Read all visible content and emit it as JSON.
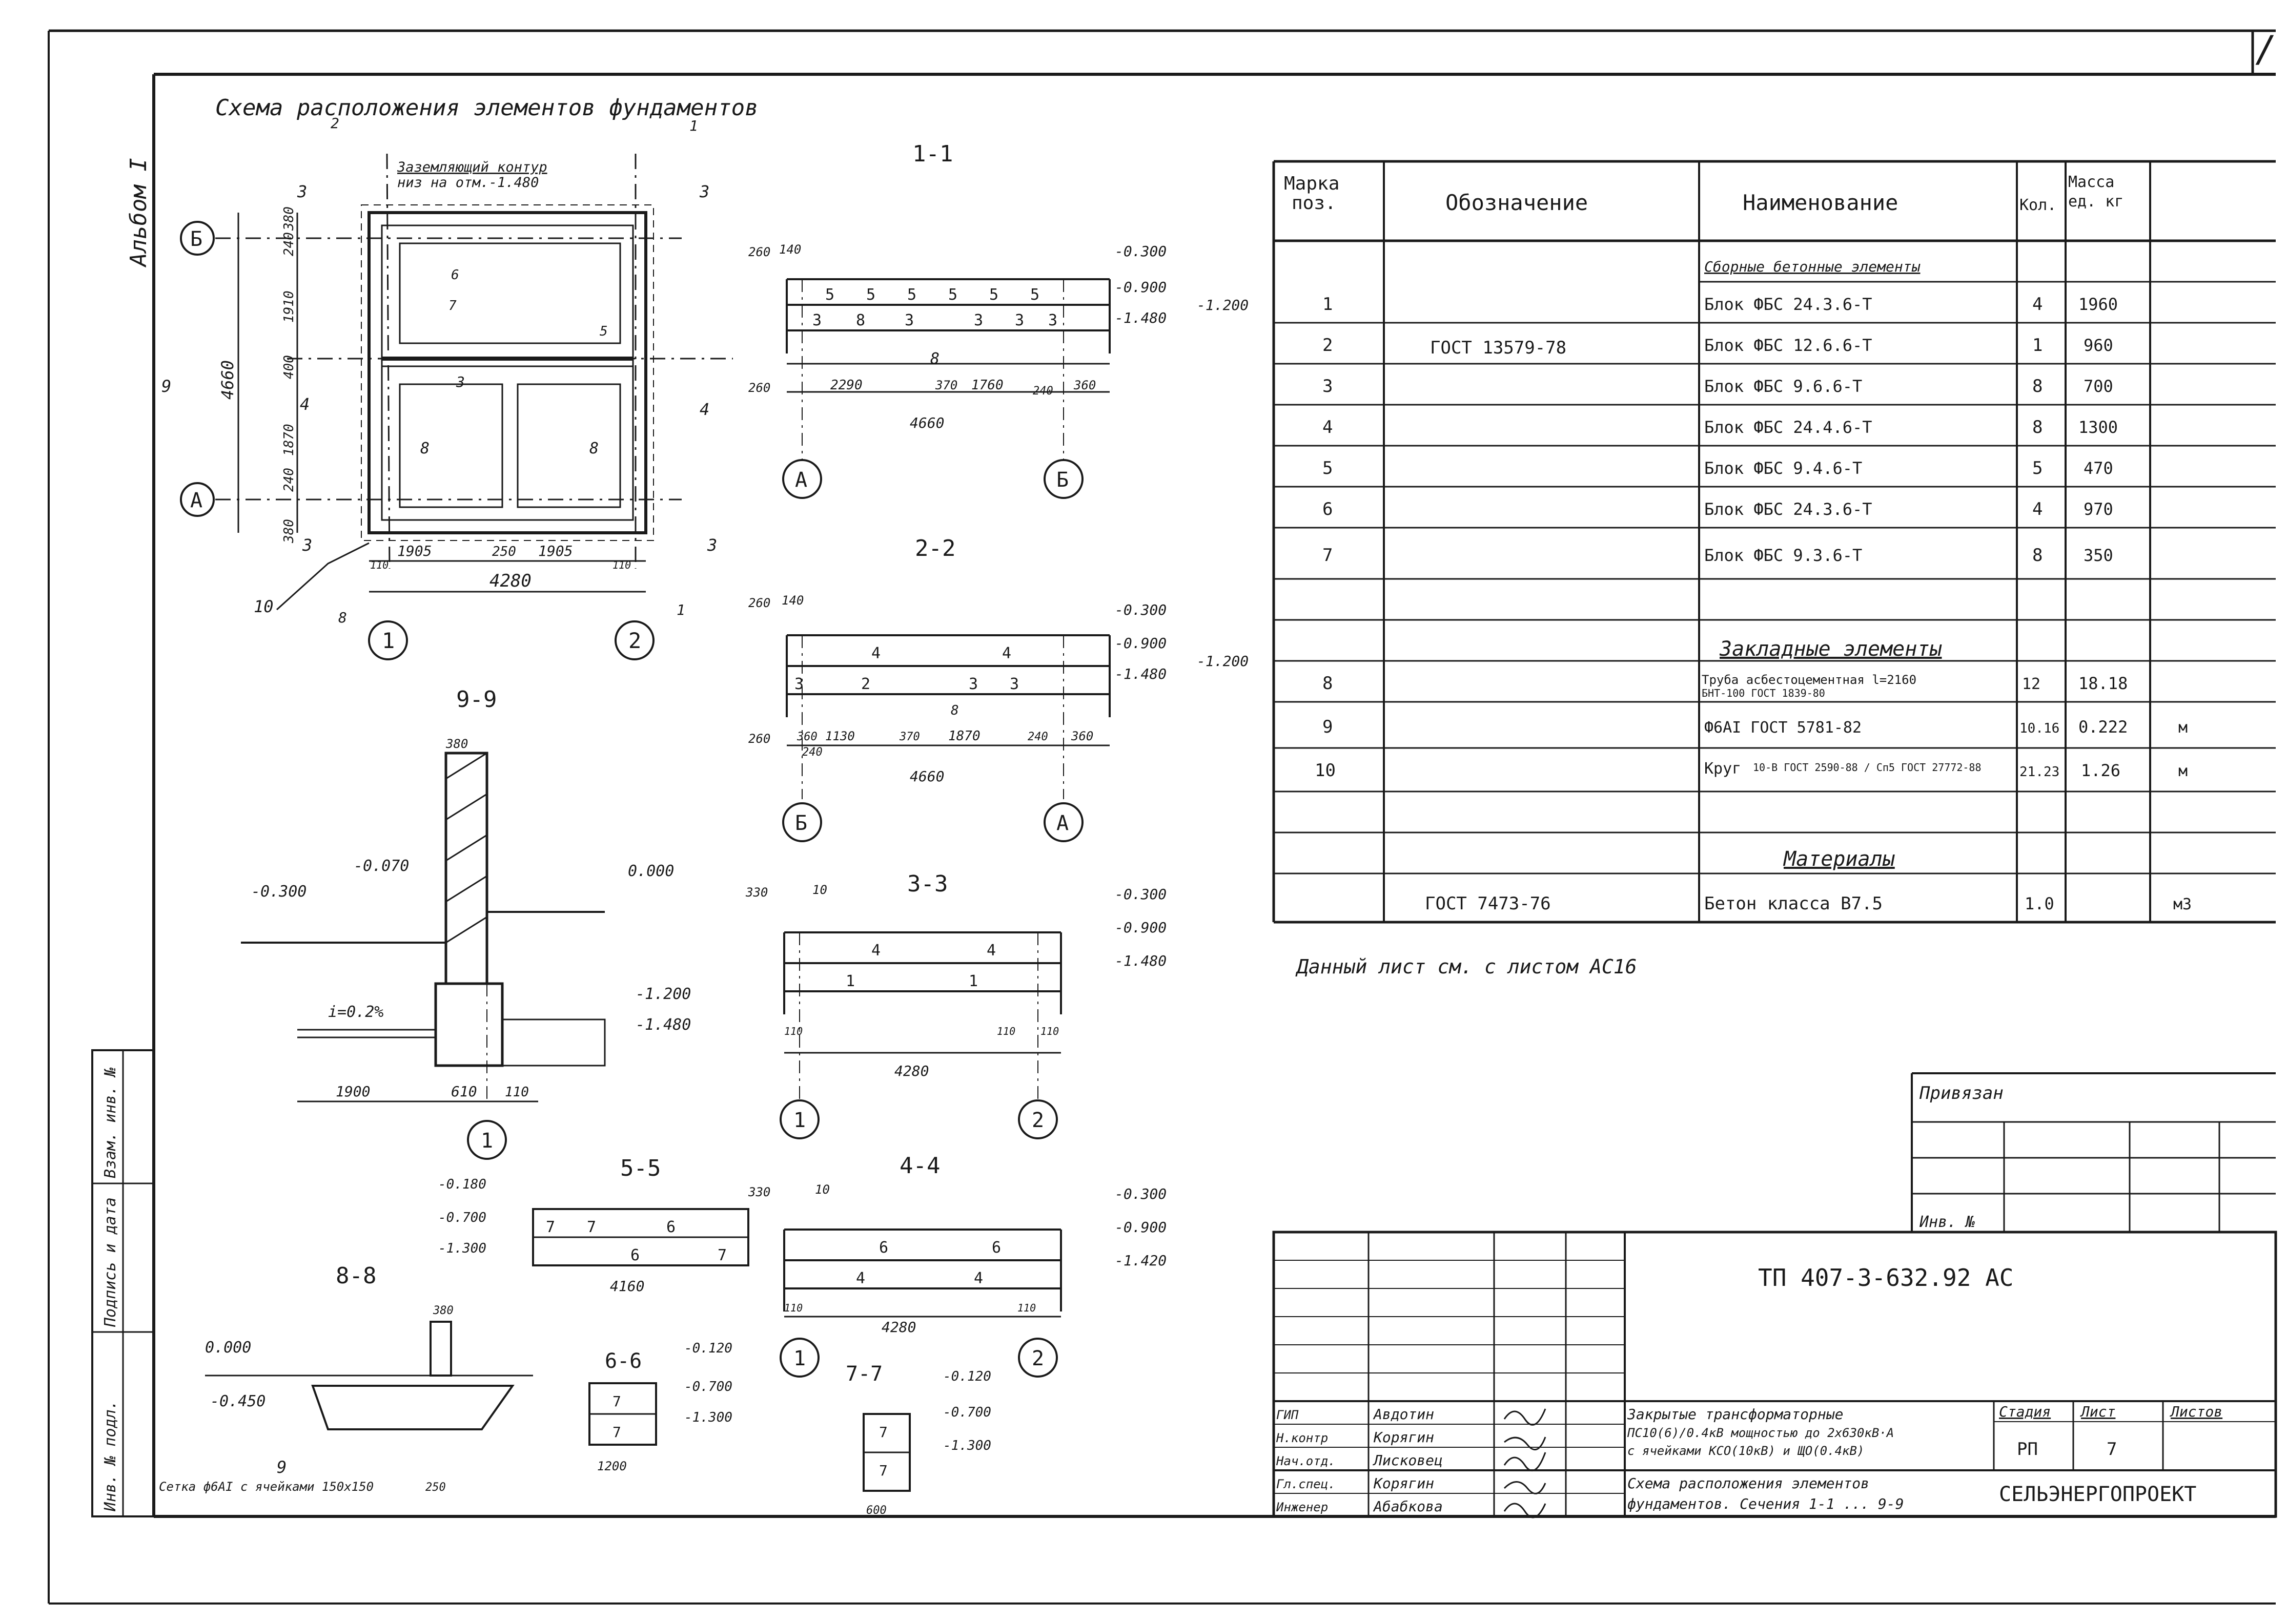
{
  "album_label": "Альбом I",
  "plan": {
    "title": "Схема расположения элементов фундаментов",
    "note": "Заземляющий контур",
    "note2": "низ на отм.-1.480",
    "axes": {
      "row_top": "Б",
      "row_bottom": "А",
      "col_left": "1",
      "col_right": "2"
    },
    "dims": {
      "overall_v": "4660",
      "overall_h": "4280",
      "v1": "380",
      "v2": "240",
      "v3": "1910",
      "v4": "400",
      "v5": "1870",
      "v6": "240",
      "v7": "380",
      "h1": "1905",
      "h2": "250",
      "h3": "1905",
      "h4": "110",
      "h5": "110"
    },
    "cuts": [
      "1",
      "2",
      "3",
      "4",
      "5",
      "6",
      "7",
      "8",
      "9",
      "10"
    ]
  },
  "sections": {
    "s11": {
      "title": "1-1",
      "lvl1": "-0.300",
      "lvl2": "-0.900",
      "lvl3": "-1.480",
      "lvl4": "-1.200",
      "top_blocks": [
        "5",
        "5",
        "5",
        "5",
        "5",
        "5"
      ],
      "bot_blocks": [
        "3",
        "8",
        "3",
        "3",
        "3",
        "3"
      ],
      "mark8": "8",
      "dims": [
        "260",
        "140",
        "2290",
        "370",
        "1760",
        "240",
        "360",
        "260"
      ],
      "total": "4660",
      "axis_l": "А",
      "axis_r": "Б"
    },
    "s22": {
      "title": "2-2",
      "lvl1": "-0.300",
      "lvl2": "-0.900",
      "lvl3": "-1.480",
      "lvl4": "-1.200",
      "top_blocks": [
        "4",
        "4"
      ],
      "bot_blocks": [
        "3",
        "2",
        "3",
        "3"
      ],
      "mark": "8",
      "dims": [
        "260",
        "140",
        "360",
        "1130",
        "370",
        "1870",
        "240",
        "360",
        "260",
        "240"
      ],
      "total": "4660",
      "axis_l": "Б",
      "axis_r": "А"
    },
    "s33": {
      "title": "3-3",
      "lvl1": "-0.300",
      "lvl2": "-0.900",
      "lvl3": "-1.480",
      "top_blocks": [
        "4",
        "4"
      ],
      "bot_blocks": [
        "1",
        "1"
      ],
      "dims": [
        "330",
        "10",
        "110",
        "110",
        "110"
      ],
      "total": "4280",
      "axis_l": "1",
      "axis_r": "2"
    },
    "s44": {
      "title": "4-4",
      "lvl1": "-0.300",
      "lvl2": "-0.900",
      "lvl3": "-1.420",
      "top_blocks": [
        "6",
        "6"
      ],
      "bot_blocks": [
        "4",
        "4"
      ],
      "dims": [
        "330",
        "10",
        "110",
        "110"
      ],
      "total": "4280",
      "axis_l": "1",
      "axis_r": "2"
    },
    "s99": {
      "title": "9-9",
      "lvl1": "-0.300",
      "lvl2": "-0.070",
      "lvl3": "0.000",
      "lvl4": "-1.200",
      "lvl5": "-1.480",
      "slope": "i=0.2%",
      "dims": [
        "380",
        "1900",
        "610",
        "110"
      ],
      "axis": "1"
    },
    "s55": {
      "title": "5-5",
      "lvl1": "-0.180",
      "lvl2": "-0.700",
      "lvl3": "-1.300",
      "blocks": [
        "7",
        "7",
        "6",
        "6",
        "7"
      ],
      "dim": "4160"
    },
    "s88": {
      "title": "8-8",
      "lvl1": "0.000",
      "lvl2": "-0.450",
      "dim": "380",
      "mark": "9",
      "note": "Сетка ф6АI с ячейками 150х150",
      "note_dim": "250"
    },
    "s66": {
      "title": "6-6",
      "lvl1": "-0.120",
      "lvl2": "-0.700",
      "lvl3": "-1.300",
      "blocks": [
        "7",
        "7"
      ],
      "dim": "1200"
    },
    "s77": {
      "title": "7-7",
      "lvl1": "-0.120",
      "lvl2": "-0.700",
      "lvl3": "-1.300",
      "blocks": [
        "7",
        "7"
      ],
      "dim": "600"
    }
  },
  "spec": {
    "headers": [
      "Марка поз.",
      "Обозначение",
      "Наименование",
      "Кол.",
      "Масса ед. кг",
      ""
    ],
    "group1": "Сборные бетонные элементы",
    "group1_std": "ГОСТ 13579-78",
    "rows1": [
      {
        "pos": "1",
        "name": "Блок ФБС 24.3.6-Т",
        "qty": "4",
        "mass": "1960",
        "unit": ""
      },
      {
        "pos": "2",
        "name": "Блок ФБС 12.6.6-Т",
        "qty": "1",
        "mass": "960",
        "unit": ""
      },
      {
        "pos": "3",
        "name": "Блок ФБС 9.6.6-Т",
        "qty": "8",
        "mass": "700",
        "unit": ""
      },
      {
        "pos": "4",
        "name": "Блок ФБС 24.4.6-Т",
        "qty": "8",
        "mass": "1300",
        "unit": ""
      },
      {
        "pos": "5",
        "name": "Блок ФБС 9.4.6-Т",
        "qty": "5",
        "mass": "470",
        "unit": ""
      },
      {
        "pos": "6",
        "name": "Блок ФБС 24.3.6-Т",
        "qty": "4",
        "mass": "970",
        "unit": ""
      },
      {
        "pos": "7",
        "name": "Блок ФБС 9.3.6-Т",
        "qty": "8",
        "mass": "350",
        "unit": ""
      }
    ],
    "group2": "Закладные элементы",
    "rows2": [
      {
        "pos": "8",
        "name": "Труба асбестоцементная l=2160",
        "name2": "БНТ-100 ГОСТ 1839-80",
        "qty": "12",
        "mass": "18.18",
        "unit": ""
      },
      {
        "pos": "9",
        "name": "Ф6АI ГОСТ 5781-82",
        "name2": "",
        "qty": "10.16",
        "mass": "0.222",
        "unit": "м"
      },
      {
        "pos": "10",
        "name": "Круг",
        "name2": "10-В ГОСТ 2590-88 / Сп5 ГОСТ 27772-88",
        "qty": "21.23",
        "mass": "1.26",
        "unit": "м"
      }
    ],
    "group3": "Материалы",
    "rows3": [
      {
        "pos": "",
        "std": "ГОСТ 7473-76",
        "name": "Бетон класса В7.5",
        "qty": "1.0",
        "mass": "",
        "unit": "м3"
      }
    ]
  },
  "sheet_note": "Данный лист см. с листом АС16",
  "tie_block": {
    "label": "Привязан",
    "inv": "Инв. №"
  },
  "title_block": {
    "code": "ТП 407-3-632.92 АС",
    "project": [
      "Закрытые трансформаторные",
      "ПС10(6)/0.4кВ мощностью до 2х630кВ·А",
      "с ячейками КСО(10кВ) и ЩО(0.4кВ)"
    ],
    "sheet_name": [
      "Схема расположения элементов",
      "фундаментов. Сечения 1-1 ... 9-9"
    ],
    "stage_hdr": "Стадия",
    "sheet_hdr": "Лист",
    "sheets_hdr": "Листов",
    "stage": "РП",
    "sheet": "7",
    "org": "СЕЛЬЭНЕРГОПРОЕКТ",
    "people": [
      {
        "role": "ГИП",
        "name": "Авдотин"
      },
      {
        "role": "Н.контр",
        "name": "Корягин"
      },
      {
        "role": "Нач.отд.",
        "name": "Лисковец"
      },
      {
        "role": "Гл.спец.",
        "name": "Корягин"
      },
      {
        "role": "Инженер",
        "name": "Абабкова"
      }
    ]
  },
  "side_stamp": [
    "Инв. № подл.",
    "Подпись и дата",
    "Взам. инв. №"
  ],
  "sheet_corner": "/"
}
